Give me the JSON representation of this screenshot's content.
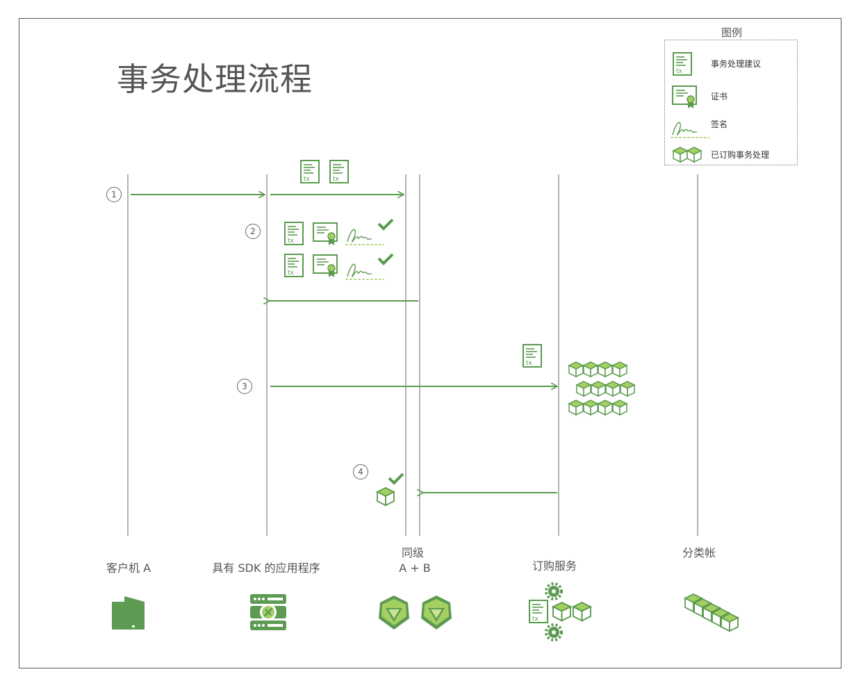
{
  "title": "事务处理流程",
  "legend": {
    "title": "图例",
    "items": [
      {
        "label": "事务处理建议",
        "icon": "transaction-proposal-icon"
      },
      {
        "label": "证书",
        "icon": "certificate-icon"
      },
      {
        "label": "签名",
        "icon": "signature-icon"
      },
      {
        "label": "已订购事务处理",
        "icon": "ordered-transactions-icon"
      }
    ]
  },
  "steps": [
    "1",
    "2",
    "3",
    "4"
  ],
  "icon_text": {
    "tx": "tx"
  },
  "lanes": {
    "client": "客户机 A",
    "app": "具有 SDK 的应用程序",
    "peer_line1": "同级",
    "peer_line2": "A + B",
    "orderer": "订购服务",
    "ledger": "分类帐"
  },
  "colors": {
    "accent": "#5a9a4e",
    "light_green": "#a5cf62",
    "dark_green": "#5d9a52",
    "line": "#666666"
  }
}
